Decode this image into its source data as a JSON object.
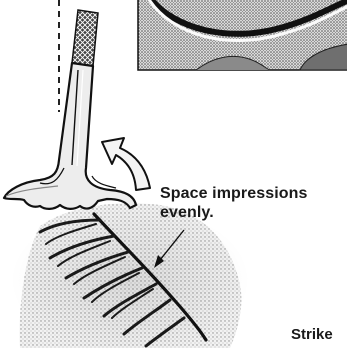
{
  "caption": {
    "line1": "Space impressions",
    "line2": "evenly."
  },
  "corner_label": "Strike",
  "palette": {
    "ink": "#1a1a1a",
    "stipple": "#b3b3b3",
    "paper": "#ffffff"
  }
}
